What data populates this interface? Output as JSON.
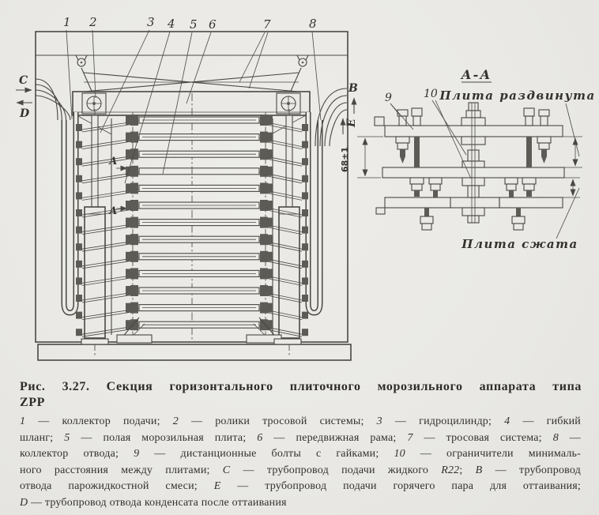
{
  "figure": {
    "caption": [
      "Рис. 3.27. Секция горизонтального плиточного морозильного аппарата типа",
      "ZPP"
    ]
  },
  "diagram": {
    "callouts": [
      "1",
      "2",
      "3",
      "4",
      "5",
      "6",
      "7",
      "8"
    ],
    "section_mark": "А",
    "pipe_labels": {
      "liquid_supply": "C",
      "condensate_out": "D",
      "mixture_out": "B",
      "hot_vapor_in": "E"
    },
    "detail": {
      "title": "А-А",
      "label9": "9",
      "label10": "10",
      "state_spread": "Плита раздвинута",
      "state_compressed": "Плита сжата",
      "dimension": "68±1"
    }
  },
  "legend_lines": [
    [
      {
        "t": "1",
        "i": true
      },
      {
        "t": " — коллектор подачи; ",
        "i": false
      },
      {
        "t": "2",
        "i": true
      },
      {
        "t": " — ролики тросовой системы; ",
        "i": false
      },
      {
        "t": "3",
        "i": true
      },
      {
        "t": " — гидроцилиндр; ",
        "i": false
      },
      {
        "t": "4",
        "i": true
      },
      {
        "t": " — гибкий",
        "i": false
      }
    ],
    [
      {
        "t": "шланг; ",
        "i": false
      },
      {
        "t": "5",
        "i": true
      },
      {
        "t": " — полая морозильная плита; ",
        "i": false
      },
      {
        "t": "6",
        "i": true
      },
      {
        "t": " — передвижная рама; ",
        "i": false
      },
      {
        "t": "7",
        "i": true
      },
      {
        "t": " — тросовая система; ",
        "i": false
      },
      {
        "t": "8",
        "i": true
      },
      {
        "t": " —",
        "i": false
      }
    ],
    [
      {
        "t": "коллектор отвода; ",
        "i": false
      },
      {
        "t": "9",
        "i": true
      },
      {
        "t": " — дистанционные болты с гайками; ",
        "i": false
      },
      {
        "t": "10",
        "i": true
      },
      {
        "t": " — ограничители минималь-",
        "i": false
      }
    ],
    [
      {
        "t": "ного расстояния между плитами; ",
        "i": false
      },
      {
        "t": "C",
        "i": true
      },
      {
        "t": " — трубопровод подачи жидкого ",
        "i": false
      },
      {
        "t": "R22",
        "i": true
      },
      {
        "t": "; ",
        "i": false
      },
      {
        "t": "B",
        "i": true
      },
      {
        "t": " — трубопровод",
        "i": false
      }
    ],
    [
      {
        "t": "отвода парожидкостной смеси; ",
        "i": false
      },
      {
        "t": "E",
        "i": true
      },
      {
        "t": " — трубопровод подачи горячего пара для оттаивания;",
        "i": false
      }
    ],
    [
      {
        "t": "D",
        "i": true
      },
      {
        "t": " — трубопровод отвода конденсата после оттаивания",
        "i": false
      }
    ]
  ],
  "colors": {
    "paper": "#eae9e5",
    "ink": "#4a4843",
    "ink2": "#34322d"
  }
}
